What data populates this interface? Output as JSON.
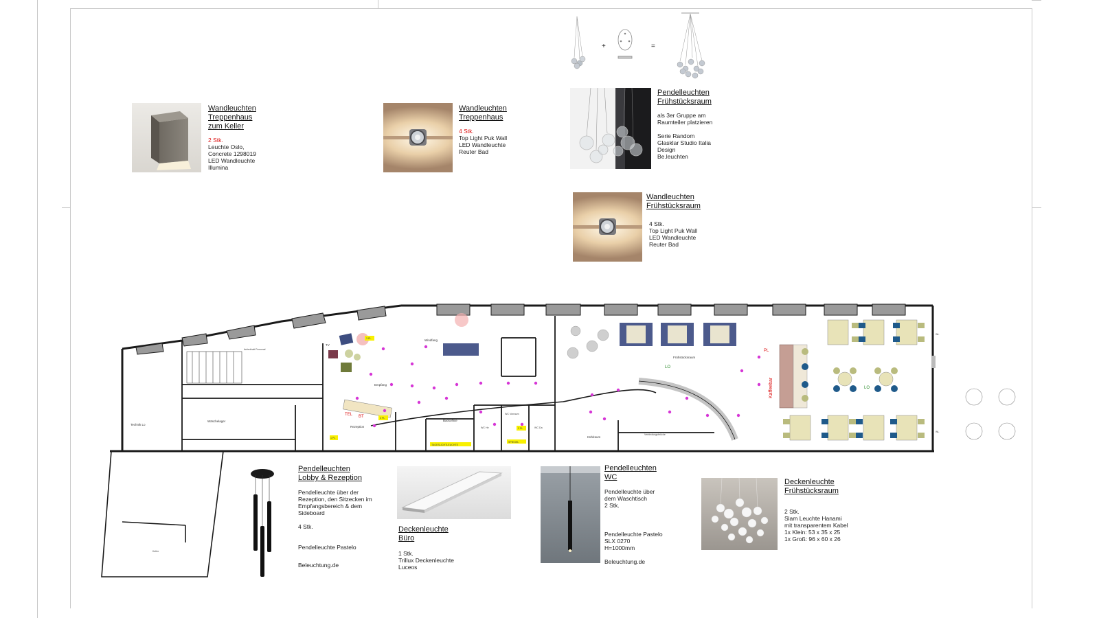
{
  "sheet": {
    "colors": {
      "wall": "#1a1a1a",
      "light_point": "#d636d6",
      "highlight": "#e03030",
      "chair_blue": "#1f5a8a",
      "table_beige": "#e8e3b8",
      "chair_olive": "#b9bb7e",
      "sofa_navy": "#4c5a8c"
    }
  },
  "fixtures": {
    "cube_wall": {
      "title": [
        "Wandleuchten",
        "Treppenhaus",
        "zum Keller"
      ],
      "qty": "2 Stk.",
      "details": [
        "Leuchte Oslo,",
        "Concrete 1298019",
        "LED Wandleuchte",
        "Illumina"
      ]
    },
    "puk_stair": {
      "title": [
        "Wandleuchten",
        "Treppenhaus"
      ],
      "qty": "4 Stk.",
      "details": [
        "Top Light Puk Wall",
        "LED Wandleuchte",
        "Reuter Bad"
      ]
    },
    "pendant_breakfast": {
      "title": [
        "Pendelleuchten",
        "Frühstücksraum"
      ],
      "details": [
        "als 3er Gruppe am",
        "Raumteiler platzieren",
        "",
        "Serie Random",
        "Glasklar Studio Italia",
        "Design",
        "Be.leuchten"
      ],
      "formula_plus": "+",
      "formula_eq": "="
    },
    "puk_breakfast": {
      "title": [
        "Wandleuchten",
        "Frühstücksraum"
      ],
      "details": [
        "4 Stk.",
        "Top Light Puk Wall",
        "LED Wandleuchte",
        "Reuter Bad"
      ]
    },
    "pendant_lobby": {
      "title": [
        "Pendelleuchten",
        "Lobby & Rezeption"
      ],
      "details": [
        "Pendelleuchte über der",
        "Rezeption, den Sitzecken im",
        "Empfangsbereich & dem",
        "Sideboard"
      ],
      "qty": "4 Stk.",
      "product": "Pendelleuchte Pastelo",
      "source": "Beleuchtung.de"
    },
    "ceiling_office": {
      "title": [
        "Deckenleuchte",
        "Büro"
      ],
      "details": [
        "1 Stk.",
        "Trillux Deckenleuchte",
        "Luceos"
      ]
    },
    "pendant_wc": {
      "title": [
        "Pendelleuchten",
        "WC"
      ],
      "details": [
        "Pendelleuchte über",
        "dem Waschtisch",
        "2 Stk."
      ],
      "product": [
        "Pendelleuchte Pastelo",
        "SLX 0270",
        "H=1000mm"
      ],
      "source": "Beleuchtung.de"
    },
    "ceiling_breakfast": {
      "title": [
        "Deckenleuchte",
        "Frühstücksraum"
      ],
      "details": [
        "2 Stk.",
        "Slam Leuchte Hanami",
        "mit transparentem Kabel",
        "1x Klein: 53 x 35 x 25",
        "1x Groß: 96 x 60 x 26"
      ]
    }
  },
  "floorplan": {
    "rooms": {
      "empfang": "Empfang",
      "rezeption": "Rezeption",
      "backoffice": "Backoffice",
      "wascheleger": "Wäschelager",
      "technik": "Technik Lo",
      "kuhlraum": "Kühlraum",
      "fruhstucksraum": "Frühstücksraum",
      "windfang": "Windfang",
      "wc_vorraum": "WC Vorraum",
      "wc_he": "WC He",
      "wc_da": "WC Da",
      "aufenthalt": "Aufenthalt Personal",
      "verbindung": "Verbindungsbrücke",
      "keller": "Keller",
      "kaffeebar": "Kaffeebar"
    },
    "tags": {
      "tv": "TV",
      "tel": "TEL",
      "bt": "BT",
      "pl3a": "3 PL",
      "pl3b": "3 PL",
      "pl2": "2 PL",
      "pl1": "1 PL",
      "lo": "LO",
      "lo2": "LO",
      "wl": "WL",
      "wl2": "WL",
      "pl": "PL",
      "tagesleuchte": "TAGESLICHTLEUCHTE",
      "spiegel": "SPIEGEL"
    }
  }
}
